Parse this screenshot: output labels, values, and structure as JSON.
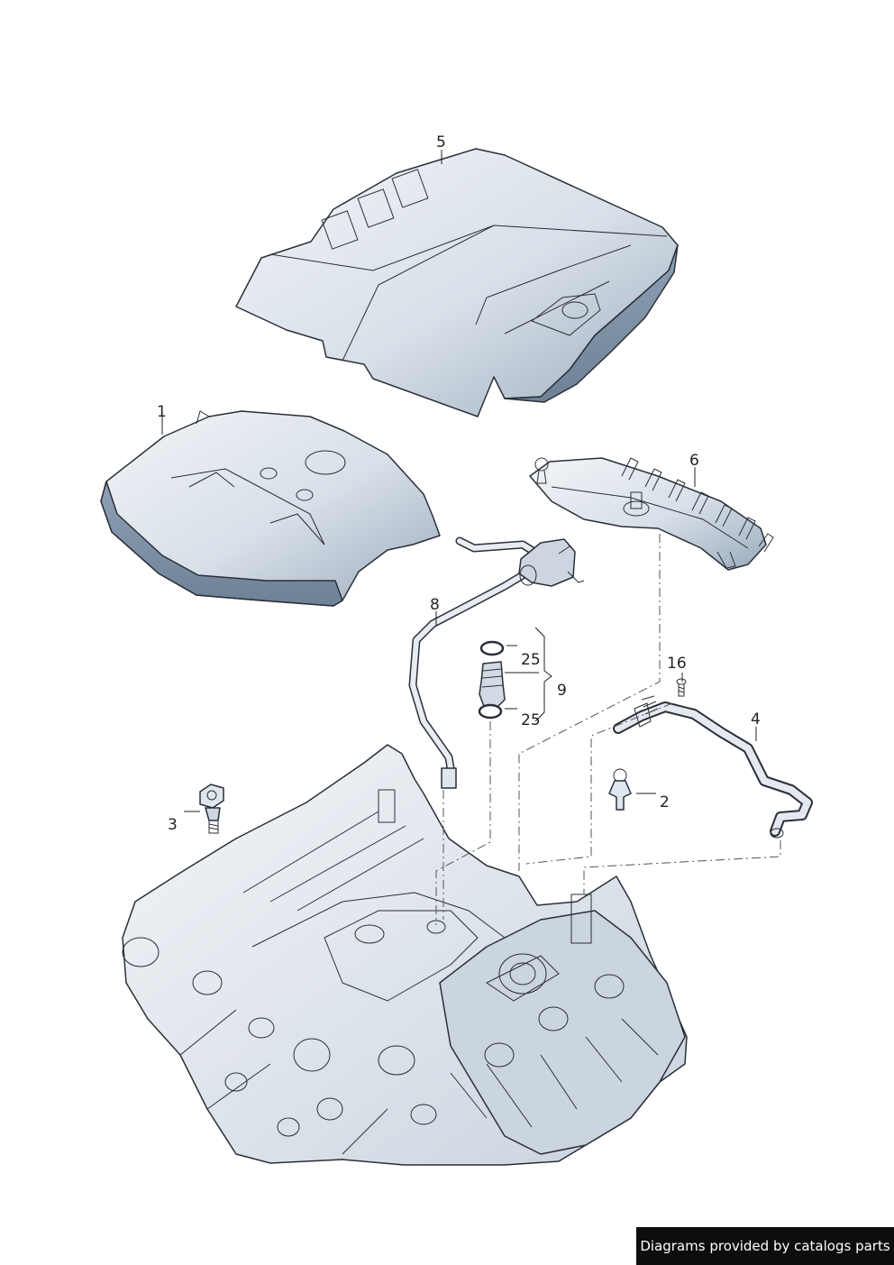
{
  "callouts": {
    "c1": "1",
    "c2": "2",
    "c3": "3",
    "c4": "4",
    "c5": "5",
    "c6": "6",
    "c8": "8",
    "c9": "9",
    "c16": "16",
    "c25a": "25",
    "c25b": "25"
  },
  "credit": "Diagrams provided by catalogs parts",
  "colors": {
    "part_fill": "#dfe6ee",
    "part_shadow": "#8a9cb0",
    "outline": "#2a2f38",
    "credit_bg": "#0d0d0d"
  }
}
